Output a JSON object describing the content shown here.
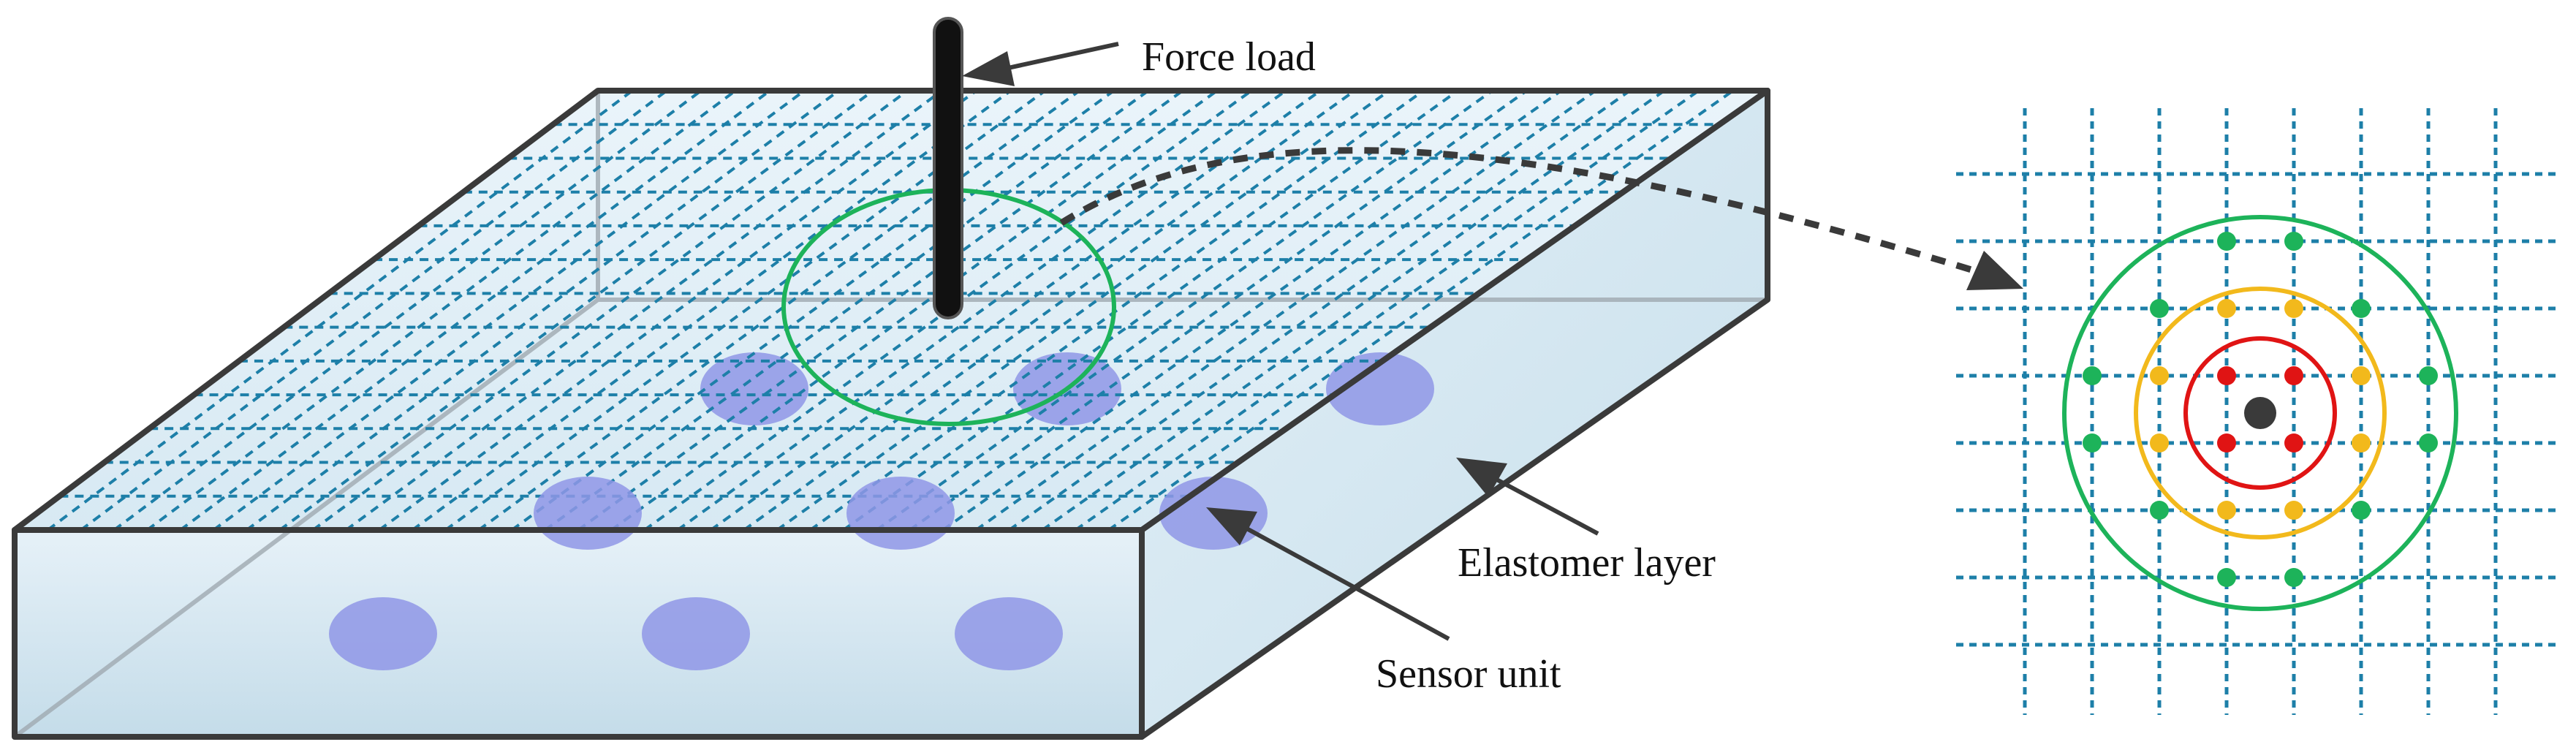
{
  "labels": {
    "force_load": "Force load",
    "elastomer_layer": "Elastomer layer",
    "sensor_unit": "Sensor unit"
  },
  "colors": {
    "outline": "#3a3a3a",
    "grid": "#1d7fa8",
    "sensor": "#8f97e6",
    "ring_outer": "#1db35a",
    "ring_middle": "#f2b91c",
    "ring_inner": "#e01414",
    "center_dot": "#3a3a3a",
    "probe": "#111111",
    "top_face": "#dfeef7",
    "front_face": "#d3e7f1",
    "side_face": "#cfe3ee"
  },
  "icons": {
    "probe": "force-probe-icon",
    "arrow": "pointer-arrow-icon"
  }
}
